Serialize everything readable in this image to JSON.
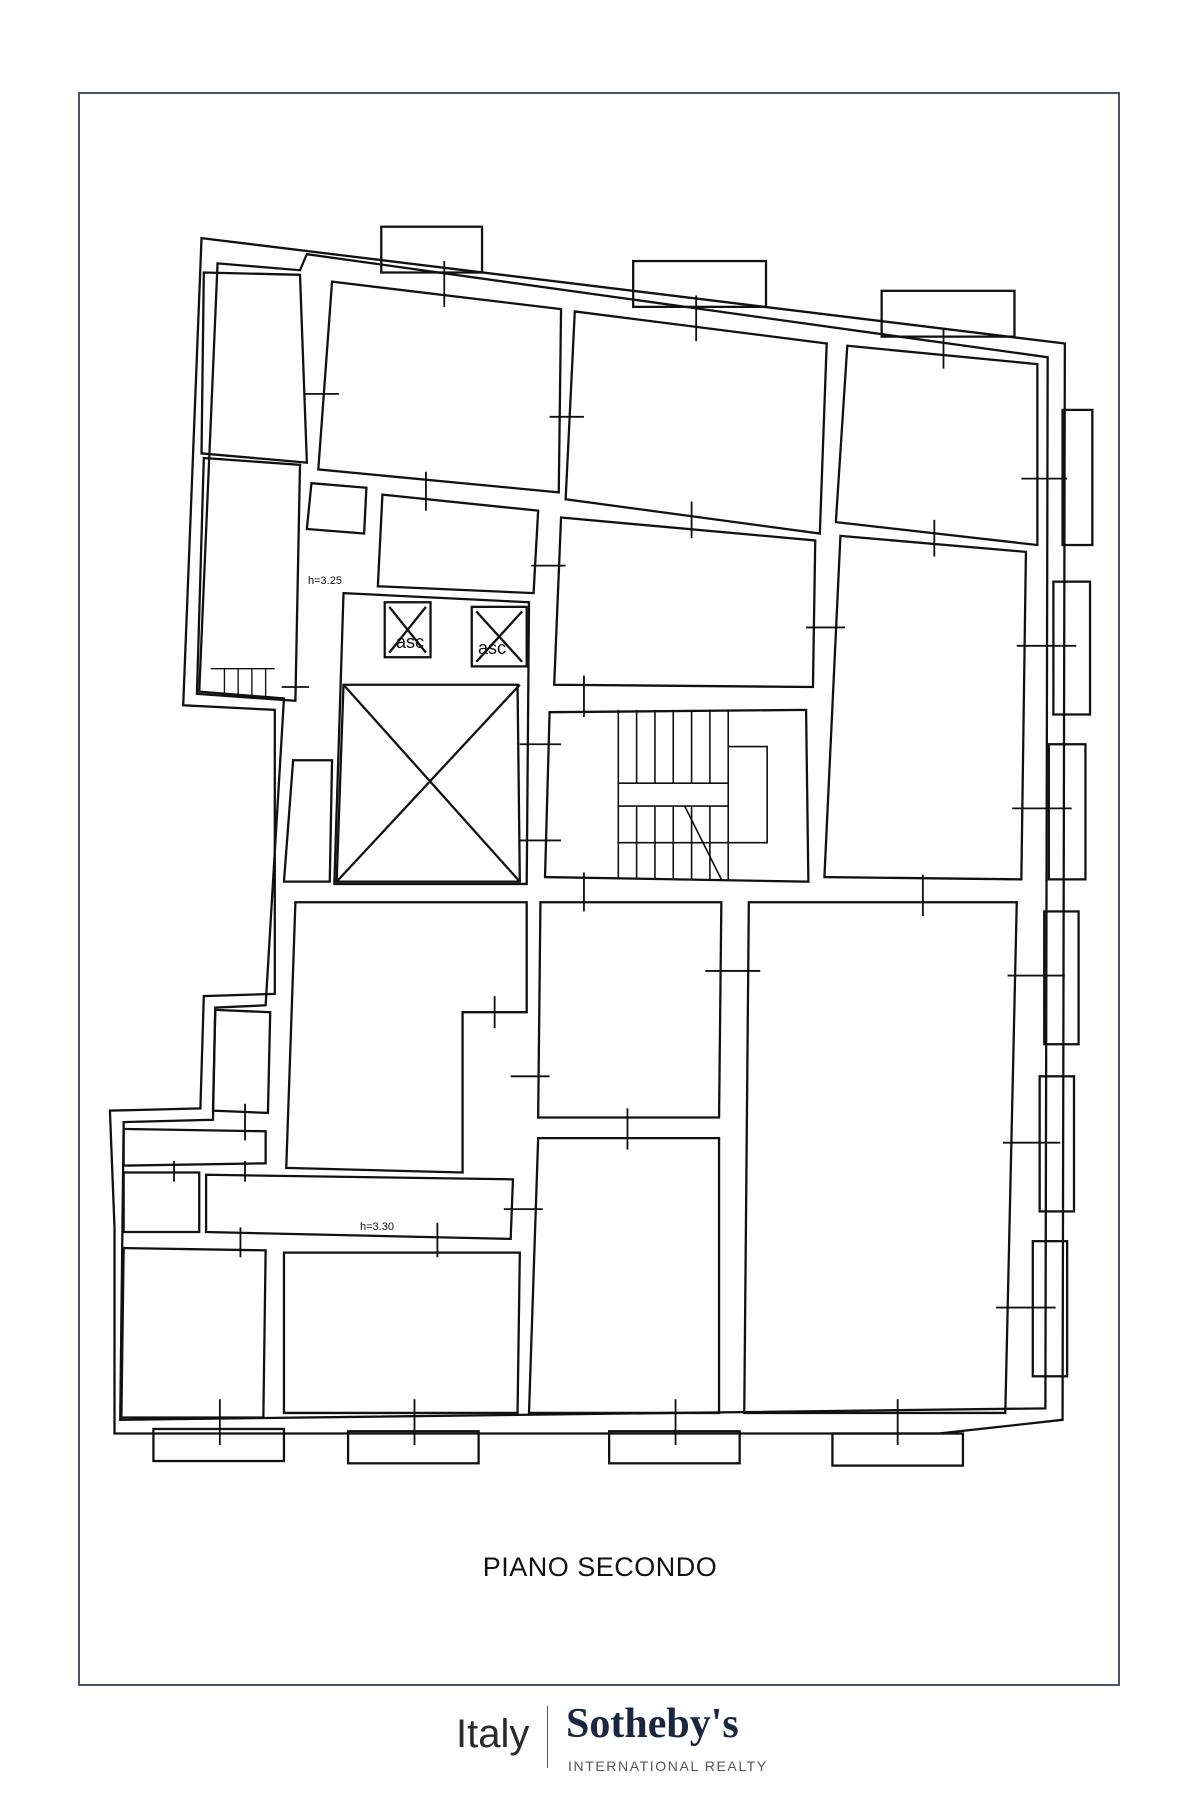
{
  "plan": {
    "floor_label": "PIANO SECONDO",
    "elevator_labels": [
      "asc",
      "asc"
    ],
    "height_notes": [
      "h=3.25",
      "h=3.30"
    ]
  },
  "branding": {
    "region": "Italy",
    "brand": "Sotheby's",
    "tagline": "INTERNATIONAL REALTY",
    "brand_color": "#1a2540",
    "frame_color": "#4a5568"
  }
}
